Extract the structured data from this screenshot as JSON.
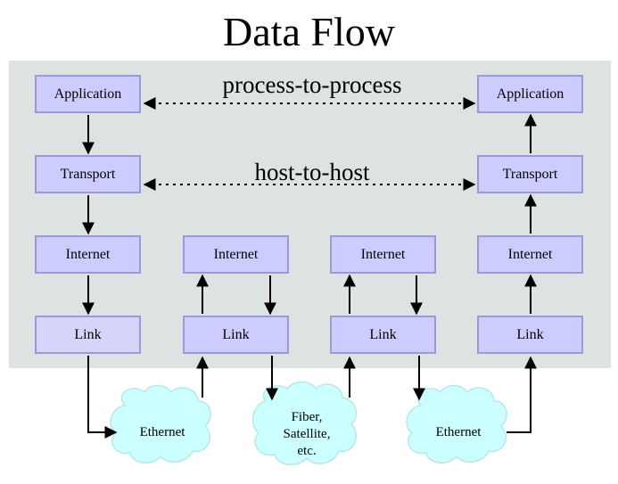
{
  "title": "Data Flow",
  "labels": {
    "process": "process-to-process",
    "host": "host-to-host"
  },
  "hosts": {
    "left": {
      "application": "Application",
      "transport": "Transport",
      "internet": "Internet",
      "link": "Link"
    },
    "right": {
      "application": "Application",
      "transport": "Transport",
      "internet": "Internet",
      "link": "Link"
    }
  },
  "routers": [
    {
      "internet": "Internet",
      "link": "Link"
    },
    {
      "internet": "Internet",
      "link": "Link"
    }
  ],
  "networks": [
    {
      "label": "Ethernet"
    },
    {
      "label_lines": [
        "Fiber,",
        "Satellite,",
        "etc."
      ]
    },
    {
      "label": "Ethernet"
    }
  ],
  "colors": {
    "box_fill": "#ccccff",
    "box_border": "#9a9ad8",
    "panel": "#dde2e2",
    "cloud": "#ccffff"
  }
}
